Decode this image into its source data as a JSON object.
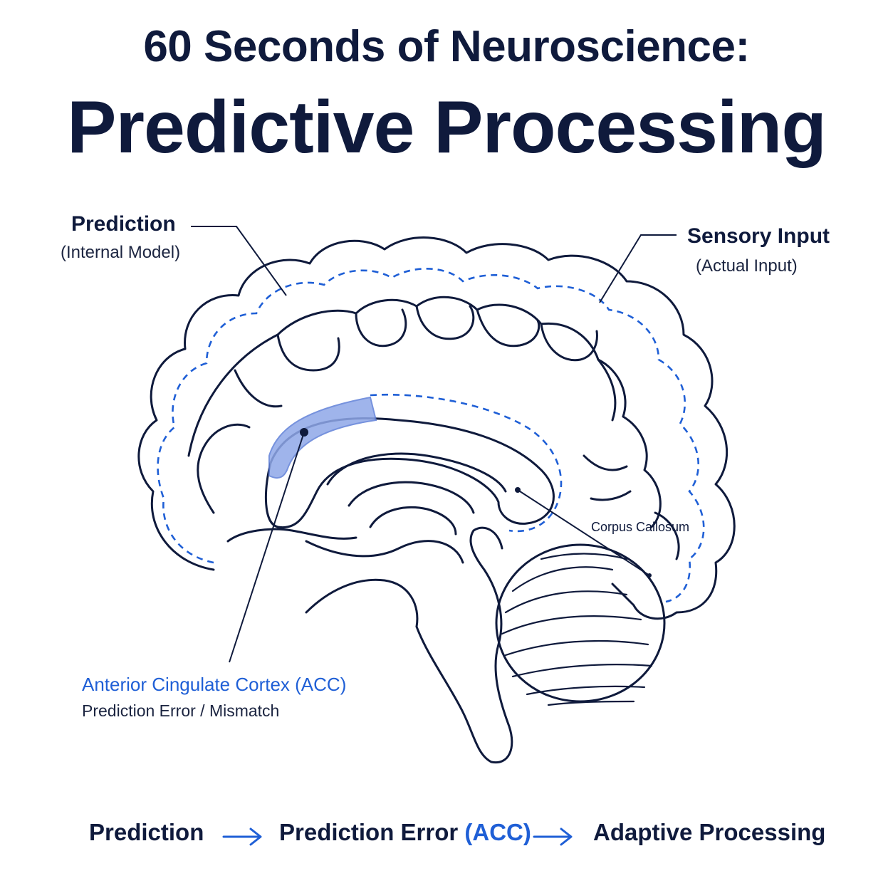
{
  "header": {
    "title_line1": "60 Seconds of Neuroscience:",
    "title_line2": "Predictive Processing"
  },
  "labels": {
    "prediction": {
      "title": "Prediction",
      "subtitle": "(Internal Model)"
    },
    "sensory": {
      "title": "Sensory Input",
      "subtitle": "(Actual Input)"
    },
    "corpus": "Corpus Callosum",
    "acc": {
      "title": "Anterior Cingulate Cortex (ACC)",
      "subtitle": "Prediction Error / Mismatch"
    }
  },
  "flow": {
    "step1": "Prediction",
    "step2_main": "Prediction Error",
    "step2_acc": "(ACC)",
    "step3": "Adaptive Processing",
    "arrow_icon": "right-arrow-icon"
  },
  "colors": {
    "ink": "#0f1a3c",
    "accent": "#1f5fd6",
    "acc_fill": "#8fa8e8"
  }
}
